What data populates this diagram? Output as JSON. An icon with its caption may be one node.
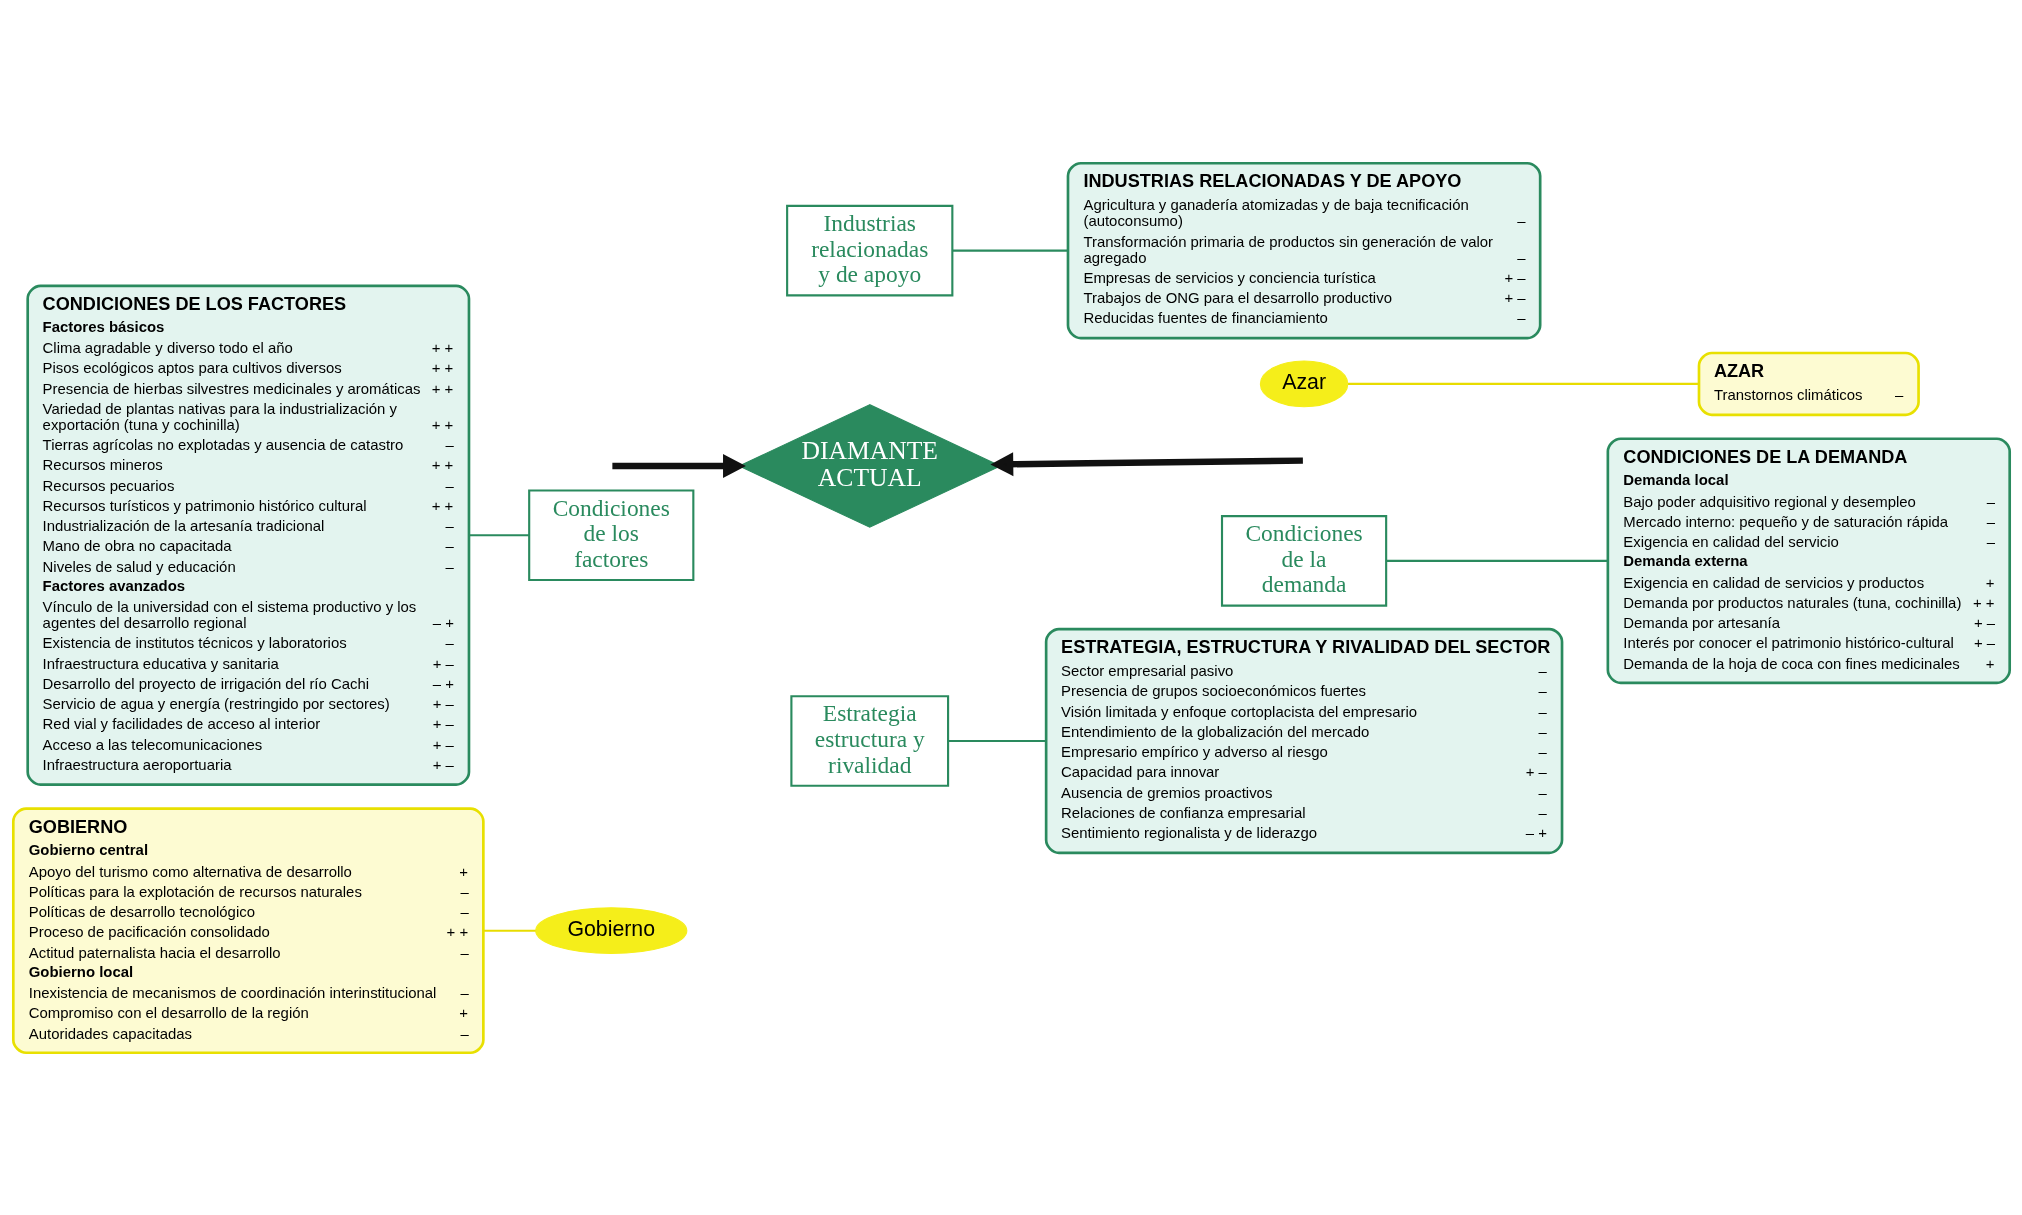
{
  "diagram": {
    "nodes": [
      {
        "text": [
          "GOBIERNO",
          "Gobierno central",
          "Apoyo del turismo como alternativa de desarrollo",
          "+",
          "Políticas para la explotación de recursos naturales",
          "–",
          "Políticas de desarrollo tecnológico",
          "–",
          "Proceso de pacificación consolidado",
          "+ +",
          "Actitud paternalista hacia el desarrollo",
          "–",
          "Gobierno local",
          "Inexistencia de mecanismos de coordinación interinstitucional",
          "–",
          "Compromiso con el desarrollo de la región",
          "+",
          "Autoridades capacitadas",
          "–"
        ]
      },
      {
        "text": [
          "ESTRATEGIA, ESTRUCTURA Y RIVALIDAD DEL SECTOR",
          "Sector empresarial pasivo",
          "–",
          "Presencia de grupos socioeconómicos fuertes",
          "–",
          "Visión limitada y enfoque cortoplacista del empresario",
          "–",
          "Entendimiento de la globalización del mercado",
          "–",
          "Empresario empírico y adverso al riesgo",
          "–",
          "Capacidad para innovar",
          "+ –",
          "Ausencia de gremios proactivos",
          "–",
          "Relaciones de confianza empresarial",
          "–",
          "Sentimiento regionalista y de liderazgo",
          "– +"
        ]
      },
      {
        "text": [
          "Gobierno"
        ]
      },
      {
        "text": [
          "Estrategia estructura y rivalidad"
        ]
      },
      {
        "text": [
          "CONDICIONES DE LOS FACTORES",
          "Factores básicos",
          "Clima agradable y diverso todo el año",
          "+ +",
          "Pisos ecológicos aptos para cultivos diversos",
          "+ +",
          "Presencia de hierbas silvestres medicinales y aromáticas",
          "+ +",
          "Variedad de plantas nativas para la industrialización y exportación (tuna y cochinilla)",
          "+ +",
          "Tierras agrícolas no explotadas y ausencia de catastro",
          "–",
          "Recursos mineros",
          "+ +",
          "Recursos pecuarios",
          "–",
          "Recursos turísticos y patrimonio histórico cultural",
          "+ +",
          "Industrialización de la artesanía tradicional",
          "–",
          "Mano de obra no capacitada",
          "–",
          "Niveles de salud y educación",
          "–",
          "Factores avanzados",
          "Vínculo de la universidad con el sistema productivo y los agentes del desarrollo regional",
          "– +",
          "Existencia de institutos técnicos y laboratorios",
          "–",
          "Infraestructura educativa y sanitaria",
          "+ –",
          "Desarrollo del proyecto de irrigación del río Cachi",
          "– +",
          "Servicio de agua y energía (restringido por sectores)",
          "+ –",
          "Red vial y facilidades de acceso al interior",
          "+ –",
          "Acceso a las telecomunicaciones",
          "+ –",
          "Infraestructura aeroportuaria",
          "+ –"
        ]
      },
      {
        "text": [
          "CONDICIONES DE LA DEMANDA",
          "Demanda local",
          "Bajo poder adquisitivo regional y desempleo",
          "–",
          "Mercado interno: pequeño y de saturación rápida",
          "–",
          "Exigencia en calidad del servicio",
          "–",
          "Demanda externa",
          "Exigencia en calidad de servicios y productos",
          "+",
          "Demanda por productos naturales (tuna, cochinilla)",
          "+ +",
          "Demanda por artesanía",
          "+ –",
          "Interés por conocer el patrimonio histórico-cultural",
          "+ –",
          "Demanda de la hoja de coca con fines medicinales",
          "+"
        ]
      },
      {
        "text": [
          "Condiciones de los factores"
        ]
      },
      {
        "text": [
          "DIAMANTE ACTUAL"
        ]
      },
      {
        "text": [
          "Condiciones de la demanda"
        ]
      },
      {
        "text": [
          "Azar"
        ]
      },
      {
        "text": [
          "Industrias relacionadas y de apoyo"
        ]
      },
      {
        "text": [
          "AZAR",
          "Transtornos climáticos",
          "–"
        ]
      },
      {
        "text": [
          "INDUSTRIAS RELACIONADAS Y DE APOYO",
          "Agricultura y ganadería atomizadas y de baja tecnificación (autoconsumo)",
          "–",
          "Transformación primaria de productos sin generación de valor agregado",
          "–",
          "Empresas de servicios y conciencia turística",
          "+ –",
          "Trabajos de ONG para el desarrollo productivo",
          "+ –",
          "Reducidas fuentes de financiamiento",
          "–"
        ]
      }
    ],
    "edges": [
      {
        "from": 0,
        "to": 2,
        "arrow": "none",
        "color": "#e8dc00"
      },
      {
        "from": null,
        "to": 7,
        "arrow": "to",
        "style": "thick",
        "color": "#111111"
      },
      {
        "from": 3,
        "to": 1,
        "arrow": "none"
      },
      {
        "from": 4,
        "to": 6,
        "arrow": "none"
      },
      {
        "from": 8,
        "to": 5,
        "arrow": "none"
      },
      {
        "from": null,
        "to": 7,
        "arrow": "to",
        "style": "thick",
        "color": "#111111"
      },
      {
        "from": 9,
        "to": 11,
        "arrow": "none",
        "color": "#e8dc00"
      },
      {
        "from": 10,
        "to": 12,
        "arrow": "none"
      }
    ]
  }
}
